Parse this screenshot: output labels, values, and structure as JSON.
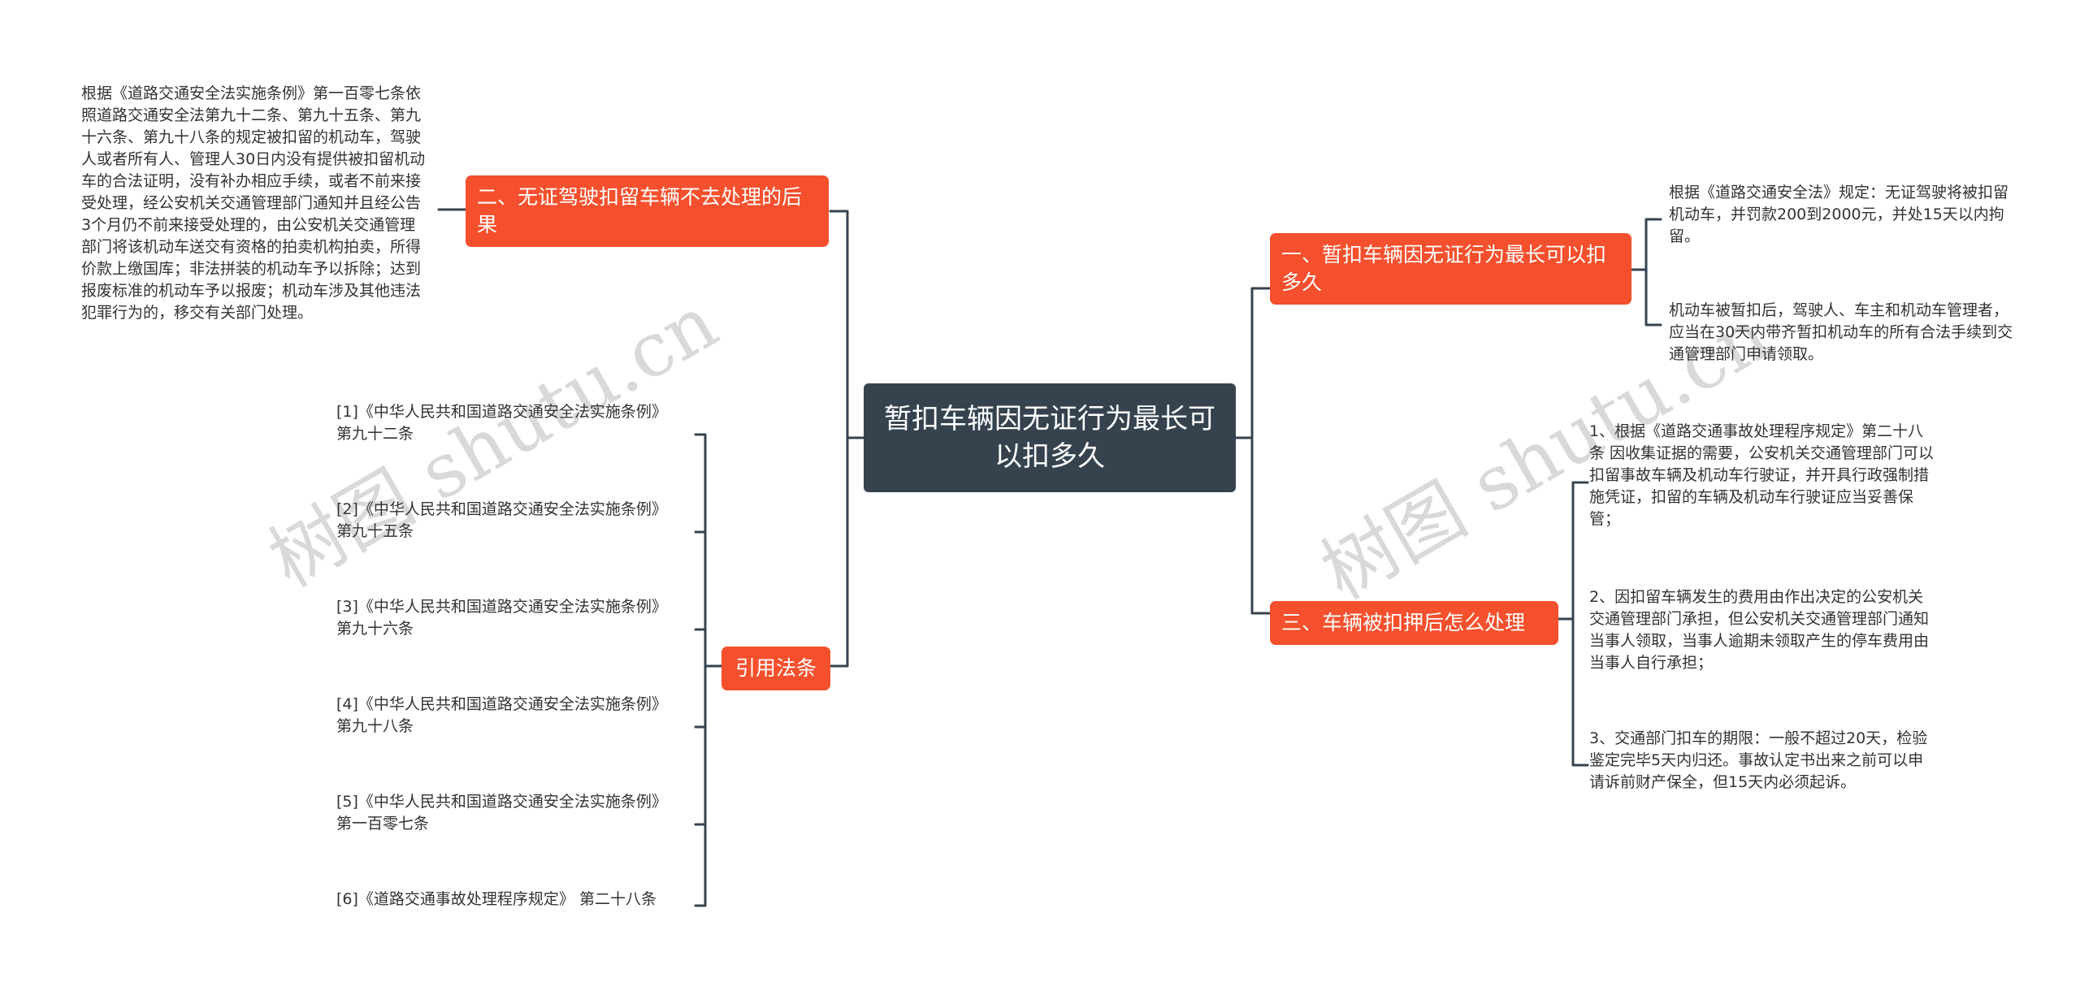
{
  "root": {
    "title": "暂扣车辆因无证行为最长可以扣多久"
  },
  "watermark": "树图 shutu.cn",
  "colors": {
    "root_bg": "#36434f",
    "branch_bg": "#f4502d",
    "line": "#36434f"
  },
  "branches": {
    "b1": {
      "title": "一、暂扣车辆因无证行为最长可以扣多久",
      "leaves": [
        "根据《道路交通安全法》规定：无证驾驶将被扣留机动车，并罚款200到2000元，并处15天以内拘留。",
        "机动车被暂扣后，驾驶人、车主和机动车管理者，应当在30天内带齐暂扣机动车的所有合法手续到交通管理部门申请领取。"
      ]
    },
    "b2": {
      "title": "二、无证驾驶扣留车辆不去处理的后果",
      "leaves": [
        "根据《道路交通安全法实施条例》第一百零七条依照道路交通安全法第九十二条、第九十五条、第九十六条、第九十八条的规定被扣留的机动车，驾驶人或者所有人、管理人30日内没有提供被扣留机动车的合法证明，没有补办相应手续，或者不前来接受处理，经公安机关交通管理部门通知并且经公告3个月仍不前来接受处理的，由公安机关交通管理部门将该机动车送交有资格的拍卖机构拍卖，所得价款上缴国库；非法拼装的机动车予以拆除；达到报废标准的机动车予以报废；机动车涉及其他违法犯罪行为的，移交有关部门处理。"
      ]
    },
    "b3": {
      "title": "三、车辆被扣押后怎么处理",
      "leaves": [
        "1、根据《道路交通事故处理程序规定》第二十八条 因收集证据的需要，公安机关交通管理部门可以扣留事故车辆及机动车行驶证，并开具行政强制措施凭证，扣留的车辆及机动车行驶证应当妥善保管；",
        "2、因扣留车辆发生的费用由作出决定的公安机关交通管理部门承担，但公安机关交通管理部门通知当事人领取，当事人逾期未领取产生的停车费用由当事人自行承担；",
        "3、交通部门扣车的期限：一般不超过20天，检验鉴定完毕5天内归还。事故认定书出来之前可以申请诉前财产保全，但15天内必须起诉。"
      ]
    },
    "b4": {
      "title": "引用法条",
      "leaves": [
        "[1]《中华人民共和国道路交通安全法实施条例》 第九十二条",
        "[2]《中华人民共和国道路交通安全法实施条例》 第九十五条",
        "[3]《中华人民共和国道路交通安全法实施条例》 第九十六条",
        "[4]《中华人民共和国道路交通安全法实施条例》 第九十八条",
        "[5]《中华人民共和国道路交通安全法实施条例》 第一百零七条",
        "[6]《道路交通事故处理程序规定》 第二十八条"
      ]
    }
  }
}
